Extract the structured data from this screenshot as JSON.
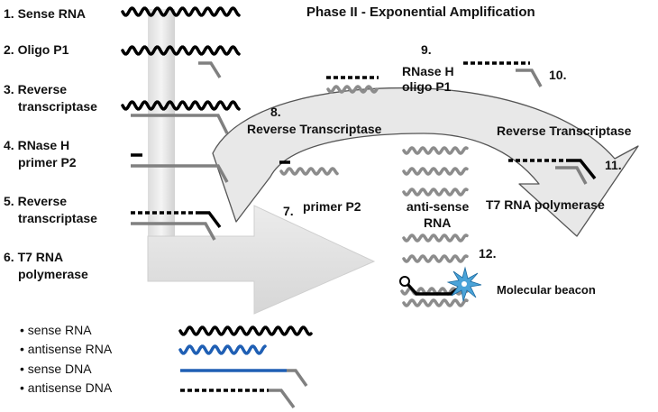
{
  "title": "Phase II - Exponential Amplification",
  "steps": [
    {
      "num": "1.",
      "lines": [
        "Sense RNA"
      ]
    },
    {
      "num": "2.",
      "lines": [
        "Oligo P1"
      ]
    },
    {
      "num": "3.",
      "lines": [
        "Reverse",
        "transcriptase"
      ]
    },
    {
      "num": "4.",
      "lines": [
        "RNase H",
        "primer P2"
      ]
    },
    {
      "num": "5.",
      "lines": [
        "Reverse",
        "transcriptase"
      ]
    },
    {
      "num": "6.",
      "lines": [
        "T7 RNA",
        "polymerase"
      ]
    }
  ],
  "cycle": {
    "step7": {
      "num": "7.",
      "label": "primer P2"
    },
    "step8": {
      "num": "8.",
      "label": "Reverse Transcriptase"
    },
    "step9": {
      "num": "9.",
      "lines": [
        "RNase H",
        "oligo P1"
      ]
    },
    "step10": {
      "num": "10."
    },
    "step11": {
      "num": "11.",
      "label_top": "Reverse Transcriptase",
      "label_bottom": "T7 RNA polymerase"
    },
    "step12": {
      "num": "12."
    },
    "center_lines": [
      "anti-sense",
      "RNA"
    ],
    "beacon_label": "Molecular beacon"
  },
  "legend": [
    {
      "label": "sense RNA",
      "style": "wave",
      "color": "#000000"
    },
    {
      "label": "antisense RNA",
      "style": "wave",
      "color": "#1f5fb4"
    },
    {
      "label": "sense DNA",
      "style": "line",
      "color": "#1f5fb4",
      "tail_color": "#808080"
    },
    {
      "label": "antisense DNA",
      "style": "dotted",
      "color": "#000000",
      "tail_color": "#808080"
    }
  ],
  "bullet": "•",
  "colors": {
    "sense_rna": "#000000",
    "antisense_rna_cycle": "#8c8c8c",
    "antisense_rna_legend": "#1f5fb4",
    "dna_gray": "#808080",
    "arrow_fill": "#e8e8e8",
    "arrow_stroke": "#555555",
    "star": "#4aa3d8"
  },
  "icons": [
    "down-arrow-icon",
    "right-arrow-icon",
    "cycle-arrow-icon",
    "molecular-beacon-icon",
    "fluorescence-star-icon"
  ]
}
